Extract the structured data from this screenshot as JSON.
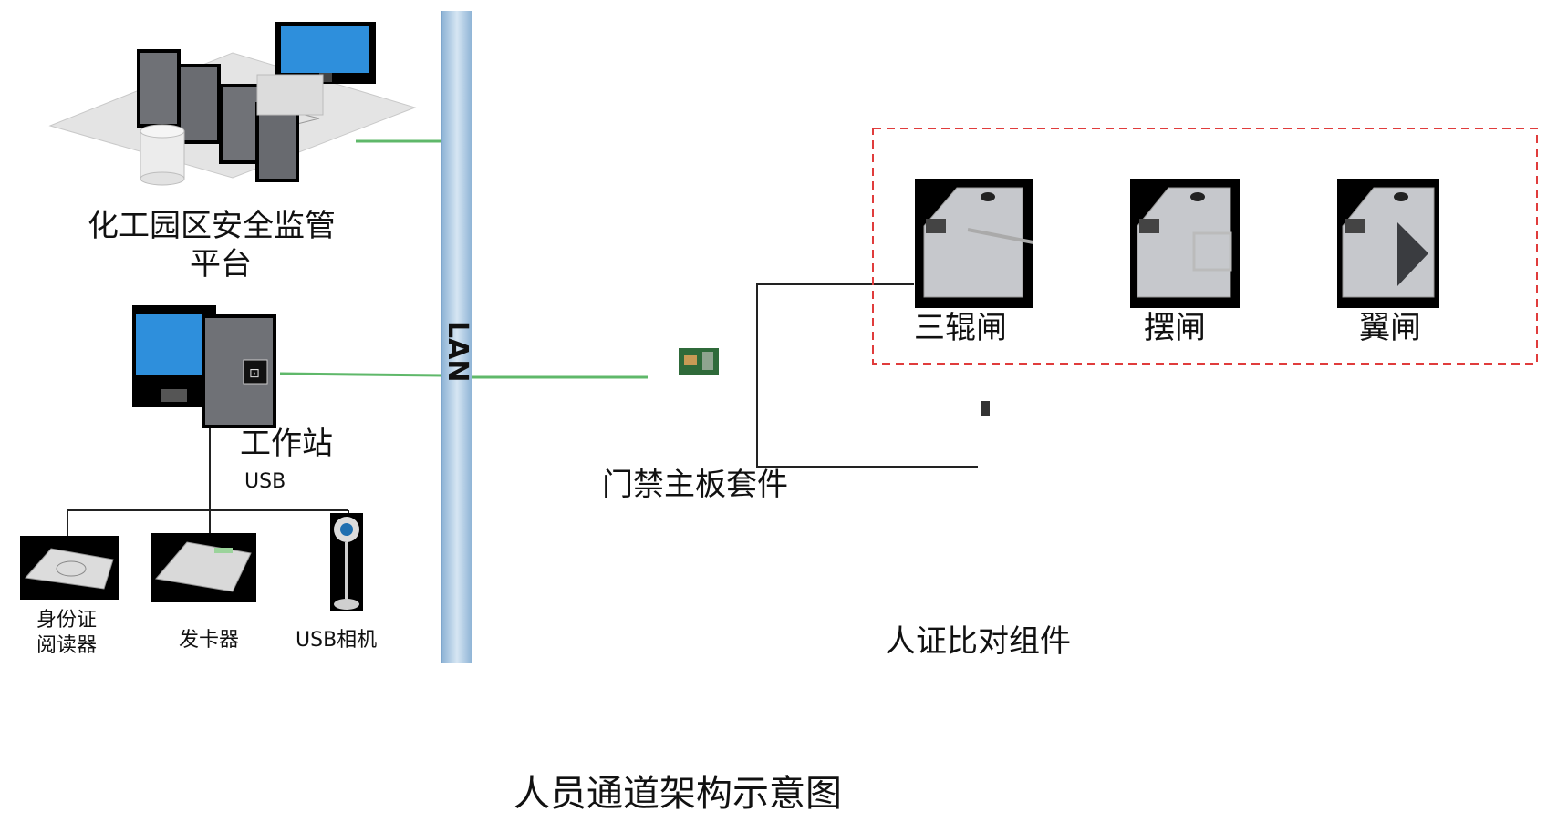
{
  "bus": {
    "label": "LAN"
  },
  "platform": {
    "label_line1": "化工园区安全监管",
    "label_line2": "平台"
  },
  "workstation": {
    "label": "工作站",
    "usb_label": "USB"
  },
  "peripherals": [
    {
      "label_line1": "身份证",
      "label_line2": "阅读器"
    },
    {
      "label_line1": "发卡器",
      "label_line2": ""
    },
    {
      "label_line1": "USB相机",
      "label_line2": ""
    }
  ],
  "controller": {
    "label": "门禁主板套件"
  },
  "gates": [
    {
      "label": "三辊闸"
    },
    {
      "label": "摆闸"
    },
    {
      "label": "翼闸"
    }
  ],
  "verification": {
    "label": "人证比对组件"
  },
  "caption": {
    "label": "人员通道架构示意图"
  },
  "colors": {
    "network_line": "#5fb86a",
    "bus_fill": "#b9d3ea",
    "group_border": "#e03c3c",
    "wire": "#222222"
  }
}
